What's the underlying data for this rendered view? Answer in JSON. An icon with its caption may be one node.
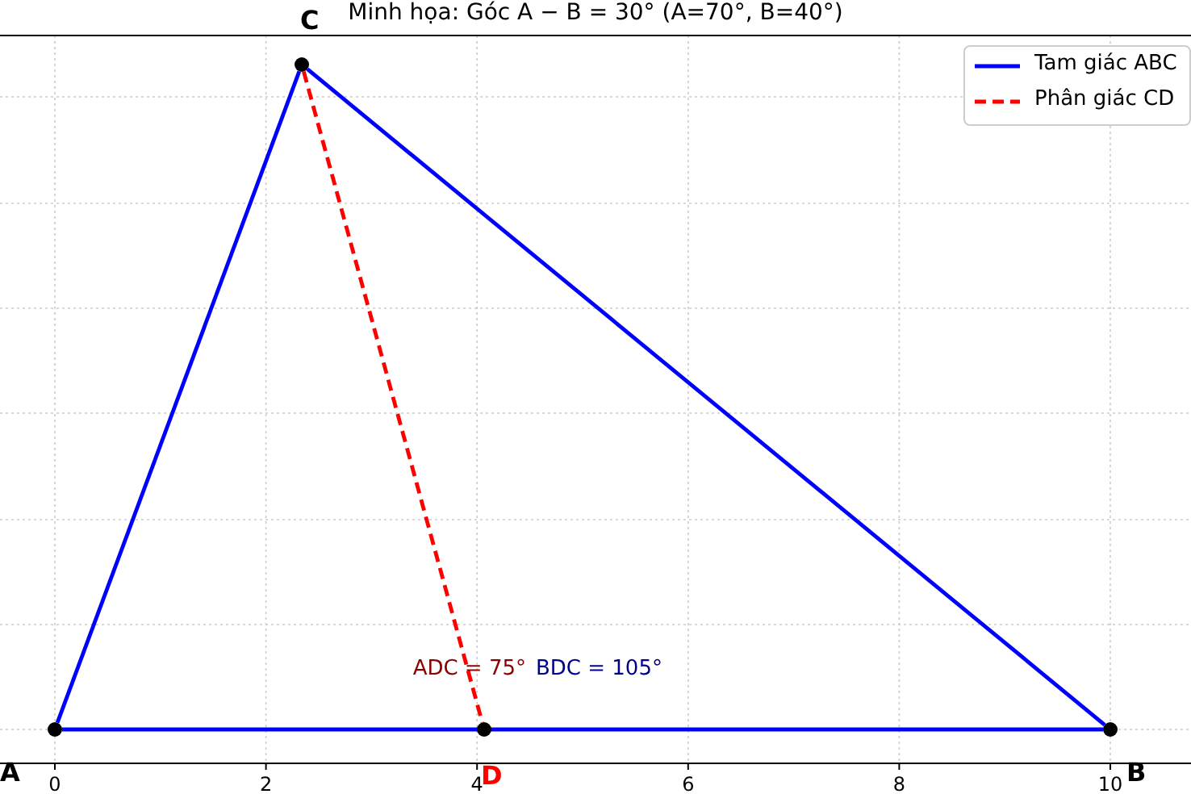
{
  "diagram": {
    "title": "Minh họa: Góc A − B = 30° (A=70°, B=40°)",
    "nodes": [
      {
        "text": [
          "A"
        ]
      },
      {
        "text": [
          "B"
        ]
      },
      {
        "text": [
          "C"
        ]
      },
      {
        "text": [
          "D"
        ]
      }
    ],
    "edges": [
      {
        "from": 0,
        "to": 1,
        "arrow": "none"
      },
      {
        "from": 1,
        "to": 2,
        "arrow": "none"
      },
      {
        "from": 2,
        "to": 0,
        "arrow": "none"
      },
      {
        "from": 2,
        "to": 3,
        "arrow": "none",
        "style": "dashed",
        "color": "#ff0000"
      }
    ],
    "labels": [
      "ADC = 75°",
      "BDC = 105°",
      "0",
      "2",
      "4",
      "6",
      "8",
      "10"
    ],
    "legend": [
      {
        "text": "Tam giác ABC"
      },
      {
        "text": "Phân giác CD"
      }
    ]
  }
}
